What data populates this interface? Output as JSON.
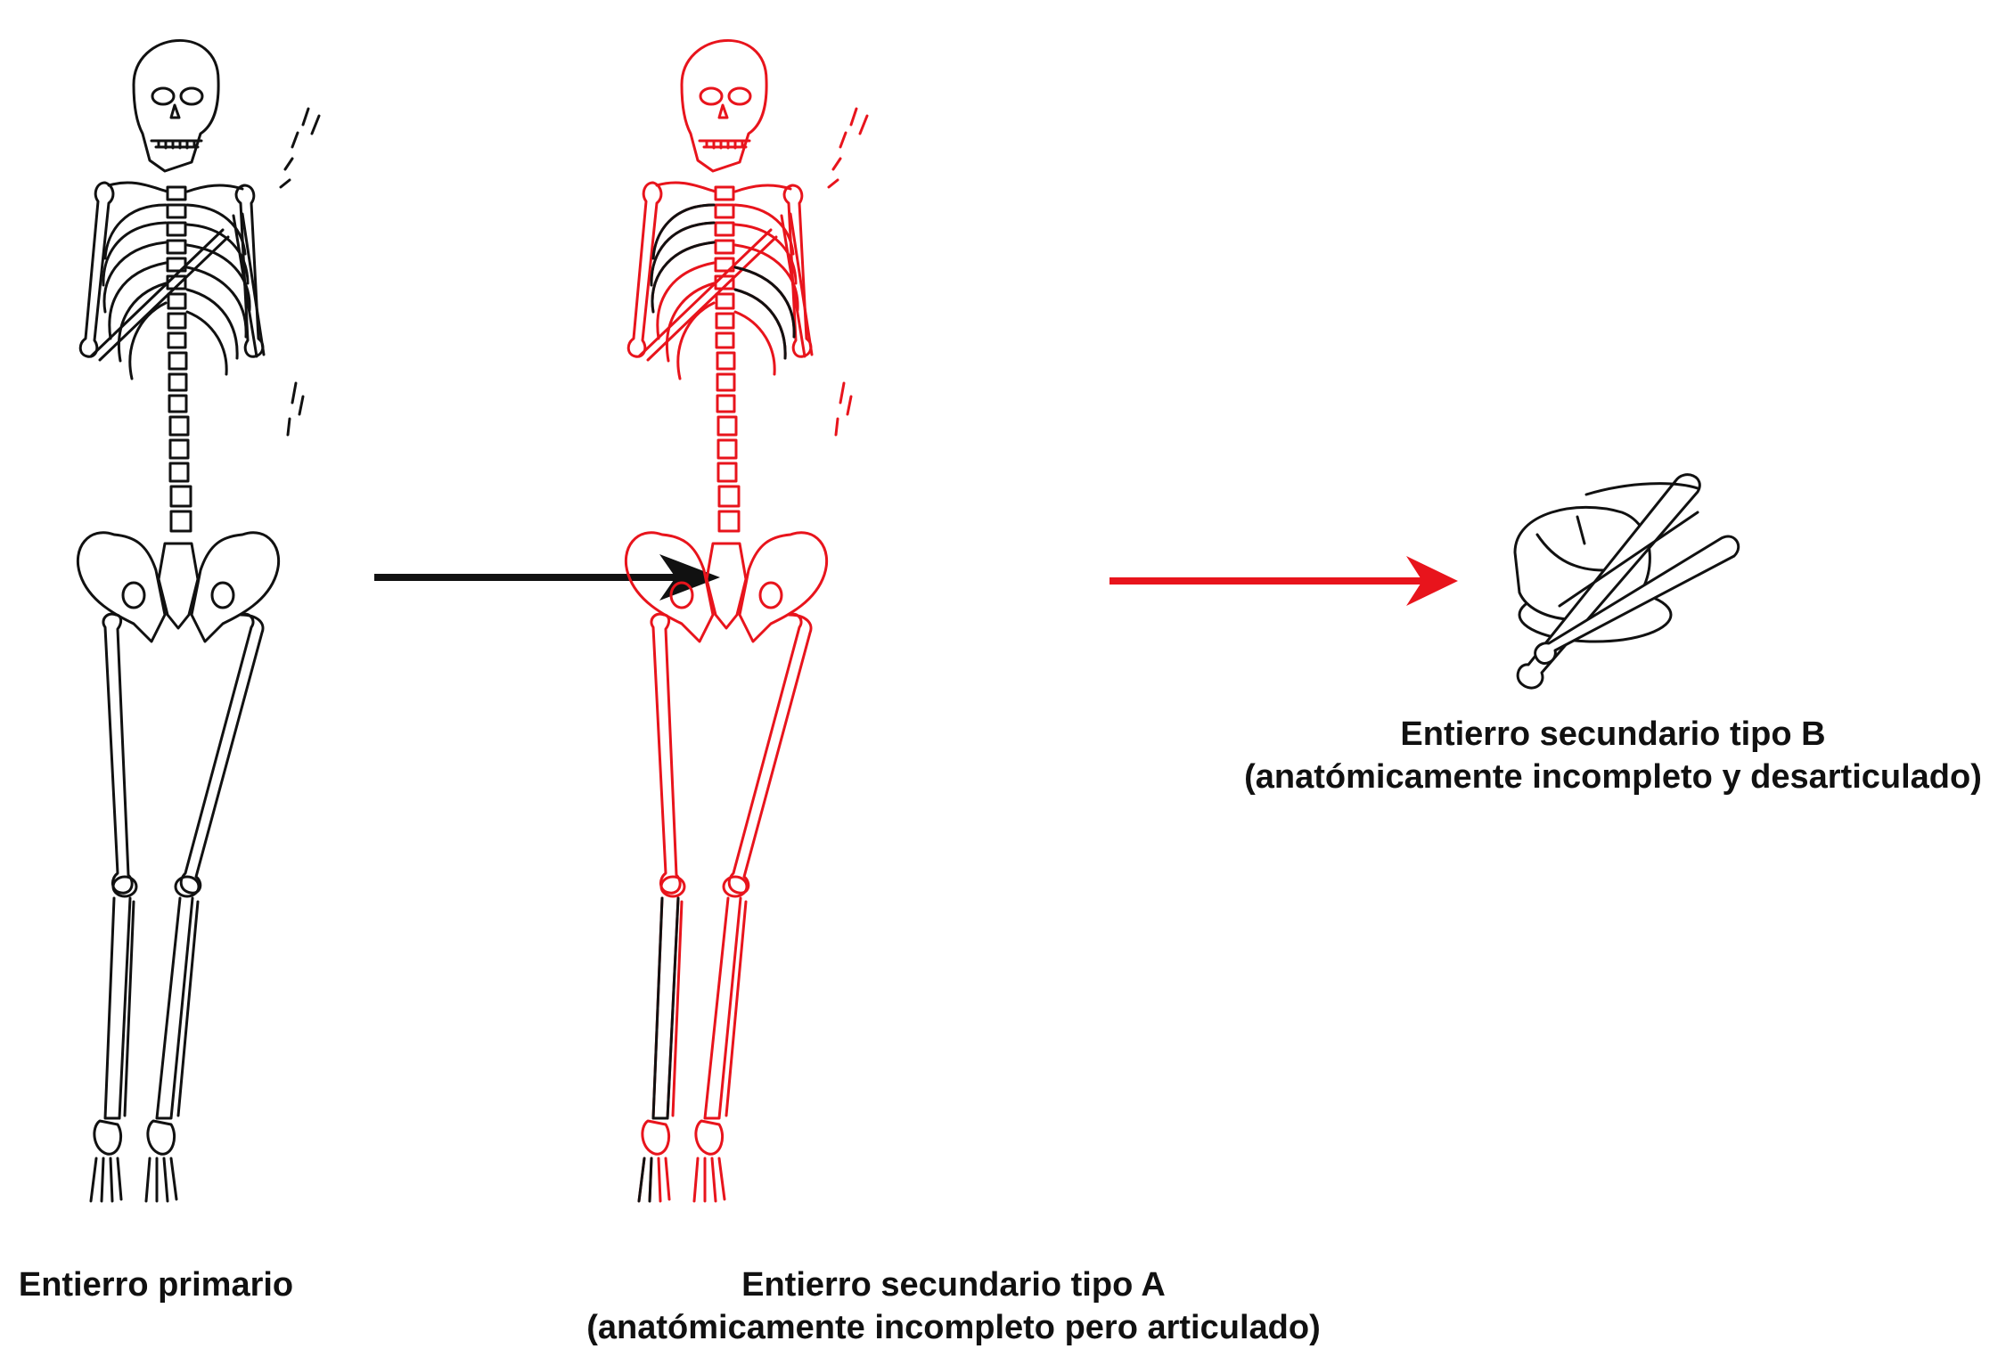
{
  "captions": {
    "primary": "Entierro primario",
    "type_a_title": "Entierro secundario tipo A",
    "type_a_note": "(anatómicamente incompleto pero articulado)",
    "type_b_title": "Entierro secundario tipo B",
    "type_b_note": "(anatómicamente incompleto y desarticulado)"
  },
  "colors": {
    "ink": "#111111",
    "highlight": "#e8141c",
    "background": "#ffffff"
  },
  "figures": [
    {
      "id": "primary-skeleton",
      "kind": "complete articulated skeleton",
      "color": "ink"
    },
    {
      "id": "secondary-a-skeleton",
      "kind": "articulated skeleton with missing elements",
      "color": "highlight"
    },
    {
      "id": "secondary-b-bundle",
      "kind": "disarticulated bone bundle with skull",
      "color": "ink"
    }
  ],
  "arrows": [
    {
      "from": "primary-skeleton",
      "to": "secondary-a-skeleton",
      "color": "ink"
    },
    {
      "from": "secondary-a-skeleton",
      "to": "secondary-b-bundle",
      "color": "highlight"
    }
  ]
}
